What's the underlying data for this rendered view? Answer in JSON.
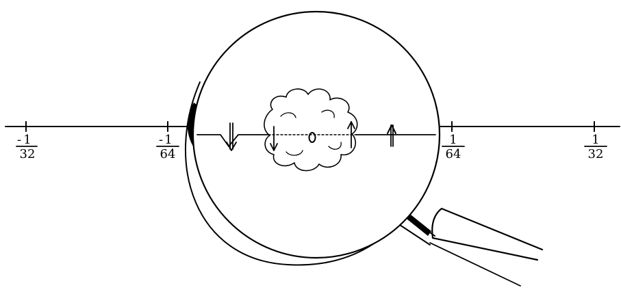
{
  "figure": {
    "number_line": {
      "tick_labels": [
        {
          "sign": "-",
          "numerator": "1",
          "denominator": "32"
        },
        {
          "sign": "-",
          "numerator": "1",
          "denominator": "64"
        },
        {
          "sign": "",
          "numerator": "1",
          "denominator": "64"
        },
        {
          "sign": "",
          "numerator": "1",
          "denominator": "32"
        }
      ],
      "origin_label": "0"
    },
    "magnifier": {
      "arrows": [
        "down",
        "down",
        "up",
        "up"
      ]
    },
    "colors": {
      "ink": "#000000",
      "paper": "#ffffff"
    }
  }
}
